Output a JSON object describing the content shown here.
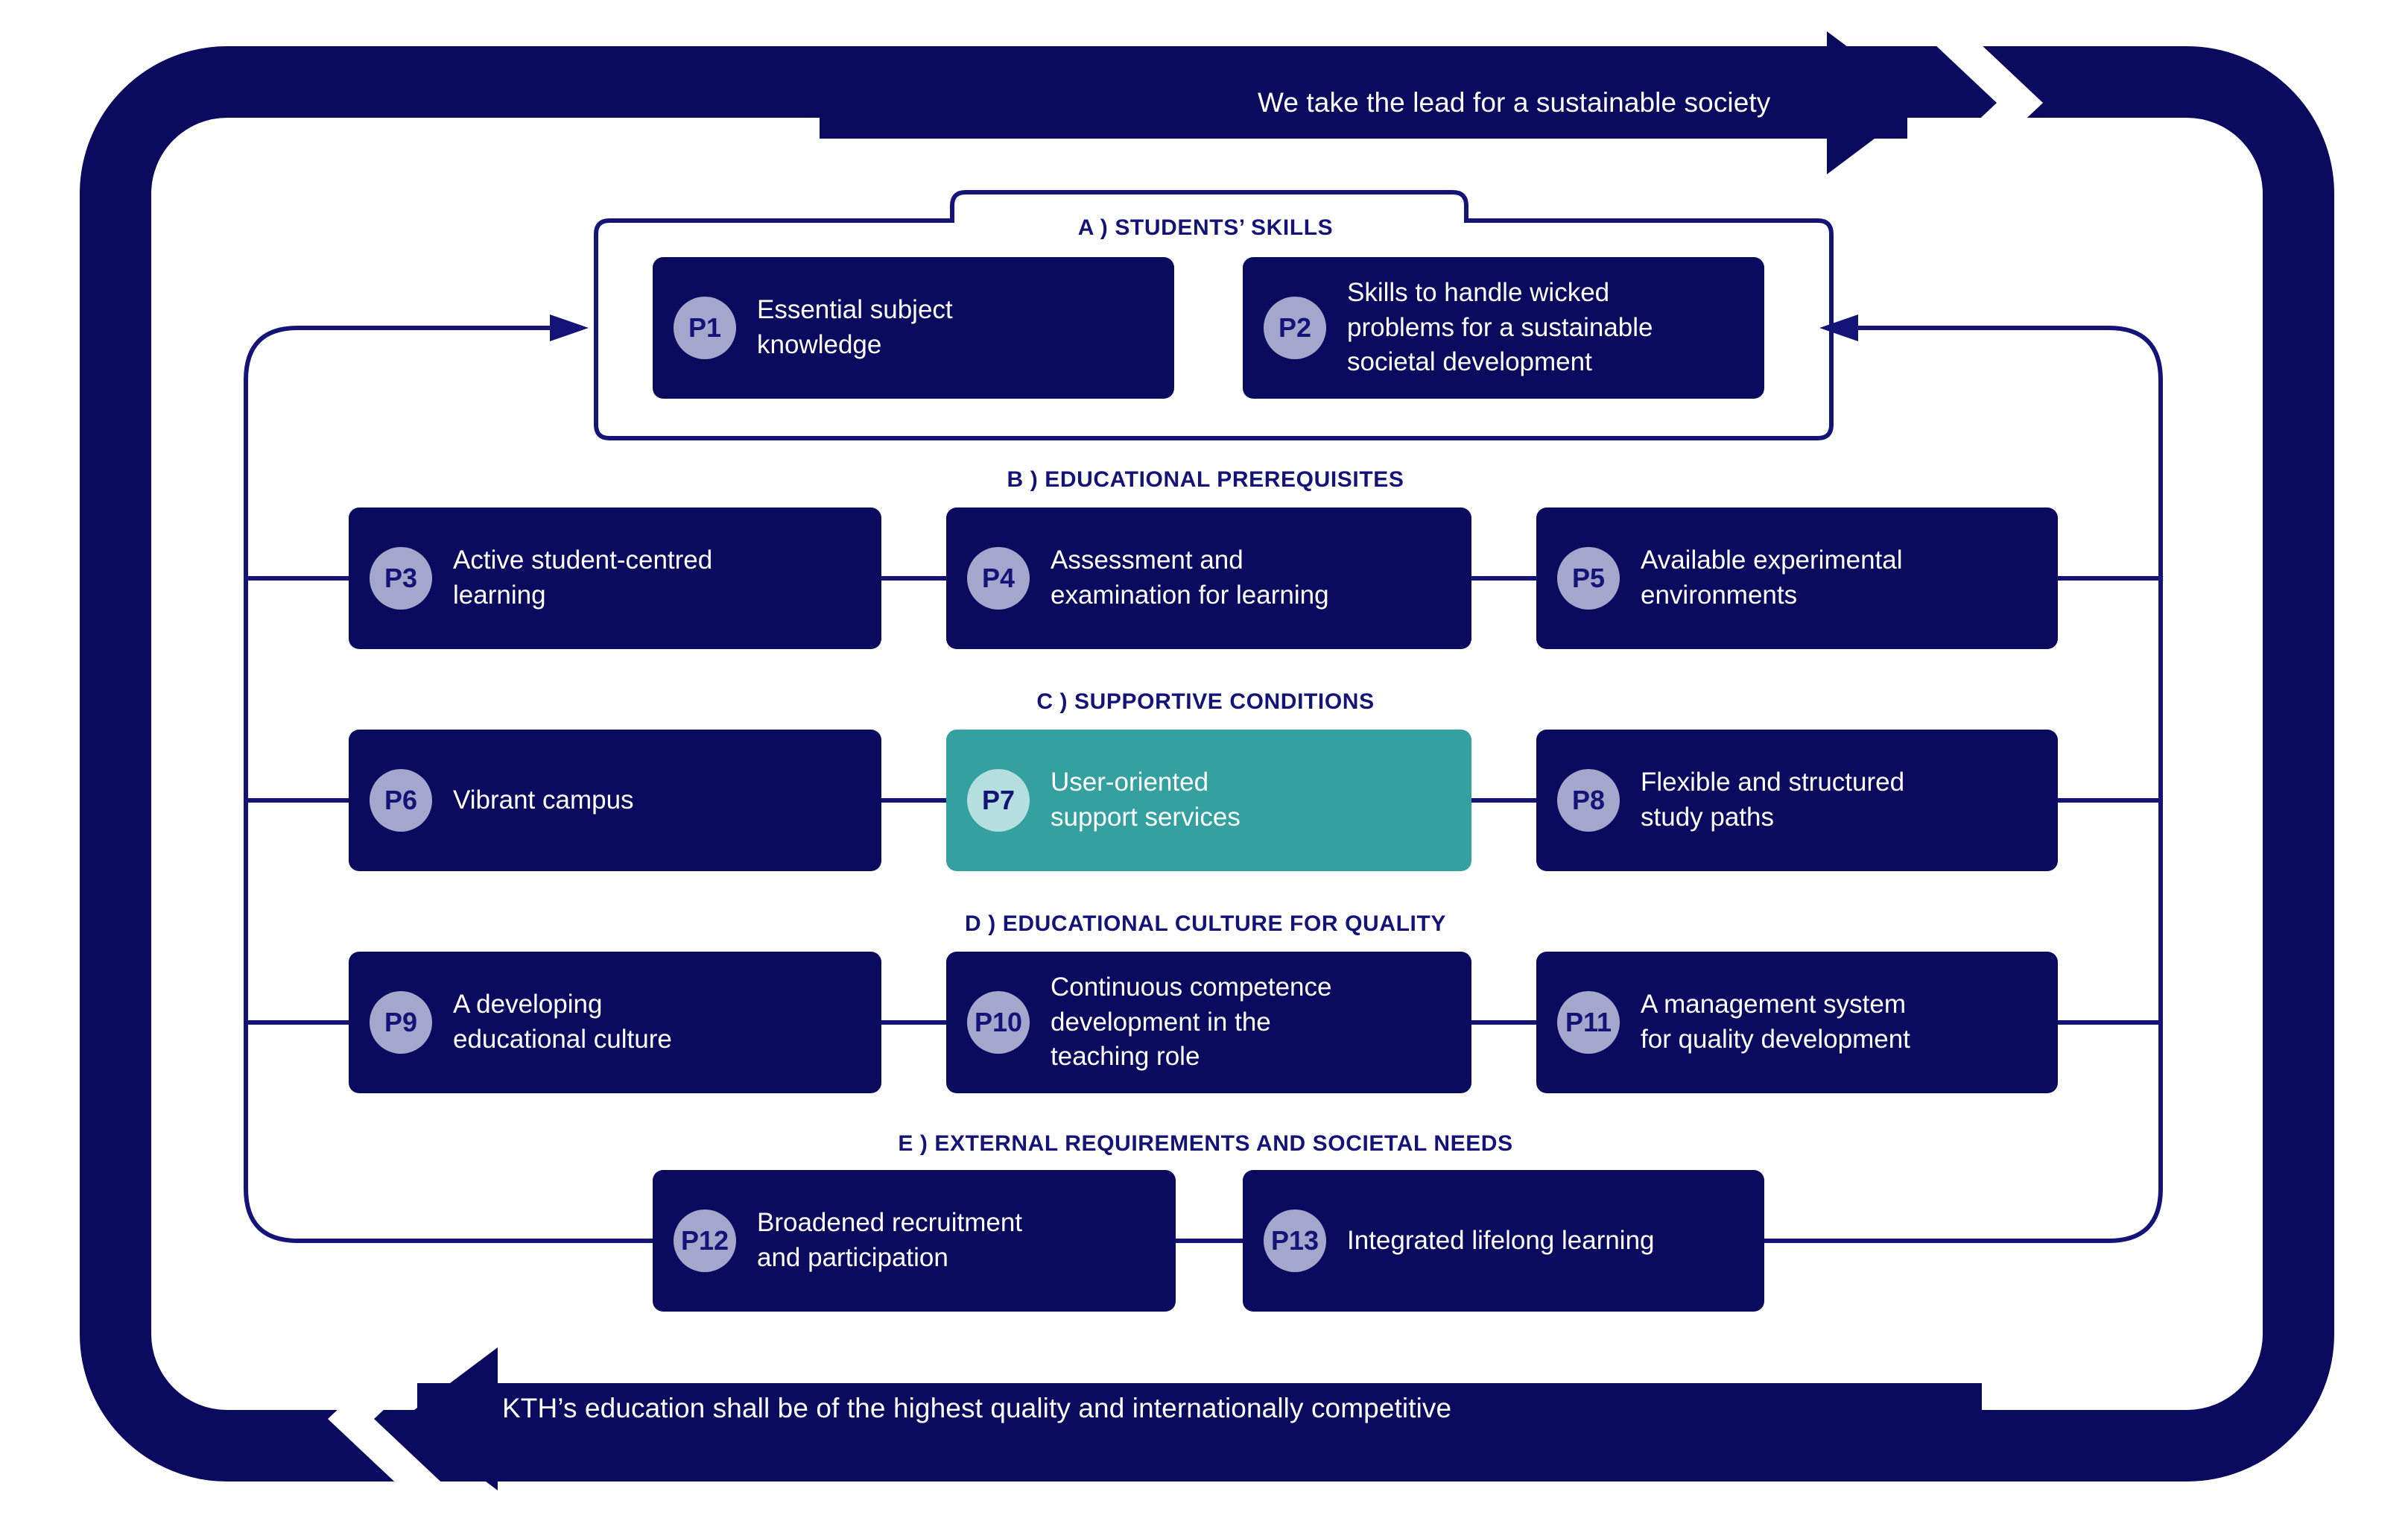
{
  "banners": {
    "top": "We take the lead for a sustainable society",
    "bottom": "KTH’s education shall be of the highest quality and internationally competitive"
  },
  "colors": {
    "navy": "#0A0A5E",
    "navy_text": "#141478",
    "badge_lilac": "#A4A7CB",
    "teal": "#35A0A0",
    "badge_teal": "#B5DEDE",
    "white": "#FFFFFF"
  },
  "sections": [
    {
      "id": "A",
      "heading": "A ) STUDENTS’ SKILLS",
      "pillars": [
        {
          "code": "P1",
          "label": "Essential subject\nknowledge",
          "highlight": false
        },
        {
          "code": "P2",
          "label": "Skills to handle wicked\nproblems for a sustainable\nsocietal development",
          "highlight": false
        }
      ]
    },
    {
      "id": "B",
      "heading": "B ) EDUCATIONAL PREREQUISITES",
      "pillars": [
        {
          "code": "P3",
          "label": "Active student-centred\nlearning",
          "highlight": false
        },
        {
          "code": "P4",
          "label": "Assessment and\nexamination for learning",
          "highlight": false
        },
        {
          "code": "P5",
          "label": "Available experimental\nenvironments",
          "highlight": false
        }
      ]
    },
    {
      "id": "C",
      "heading": "C ) SUPPORTIVE CONDITIONS",
      "pillars": [
        {
          "code": "P6",
          "label": "Vibrant campus",
          "highlight": false
        },
        {
          "code": "P7",
          "label": "User-oriented\nsupport services",
          "highlight": true
        },
        {
          "code": "P8",
          "label": "Flexible and structured\nstudy paths",
          "highlight": false
        }
      ]
    },
    {
      "id": "D",
      "heading": "D ) EDUCATIONAL CULTURE FOR QUALITY",
      "pillars": [
        {
          "code": "P9",
          "label": "A developing\neducational culture",
          "highlight": false
        },
        {
          "code": "P10",
          "label": "Continuous competence\ndevelopment in the\nteaching role",
          "highlight": false
        },
        {
          "code": "P11",
          "label": "A management system\nfor quality development",
          "highlight": false
        }
      ]
    },
    {
      "id": "E",
      "heading": "E ) EXTERNAL REQUIREMENTS AND SOCIETAL NEEDS",
      "pillars": [
        {
          "code": "P12",
          "label": "Broadened recruitment\nand participation",
          "highlight": false
        },
        {
          "code": "P13",
          "label": "Integrated lifelong learning",
          "highlight": false
        }
      ]
    }
  ],
  "icons": {
    "arrow_right": "arrow-right-icon",
    "arrow_left": "arrow-left-icon",
    "chevron_notch": "chevron-notch-icon"
  }
}
